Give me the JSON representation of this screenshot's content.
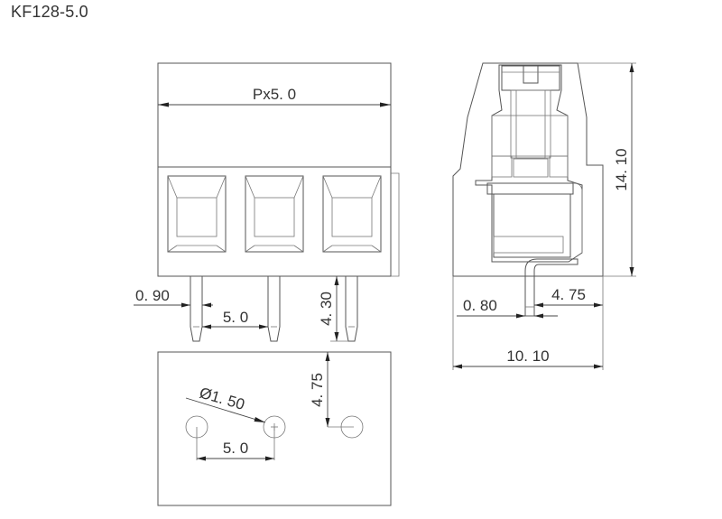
{
  "title": "KF128-5.0",
  "front_view": {
    "pitch_label": "Px5. 0",
    "pin_width_label": "0. 90",
    "pin_pitch_label": "5. 0",
    "pin_length_label": "4. 30"
  },
  "side_view": {
    "height_label": "14. 10",
    "pin_thickness_label": "0. 80",
    "pin_offset_label": "4. 75",
    "depth_label": "10. 10"
  },
  "pcb_footprint": {
    "hole_diameter_label": "Ø1. 50",
    "hole_pitch_label": "5. 0",
    "hole_offset_label": "4. 75"
  },
  "colors": {
    "line": "#555555",
    "text": "#333333",
    "background": "#ffffff"
  }
}
